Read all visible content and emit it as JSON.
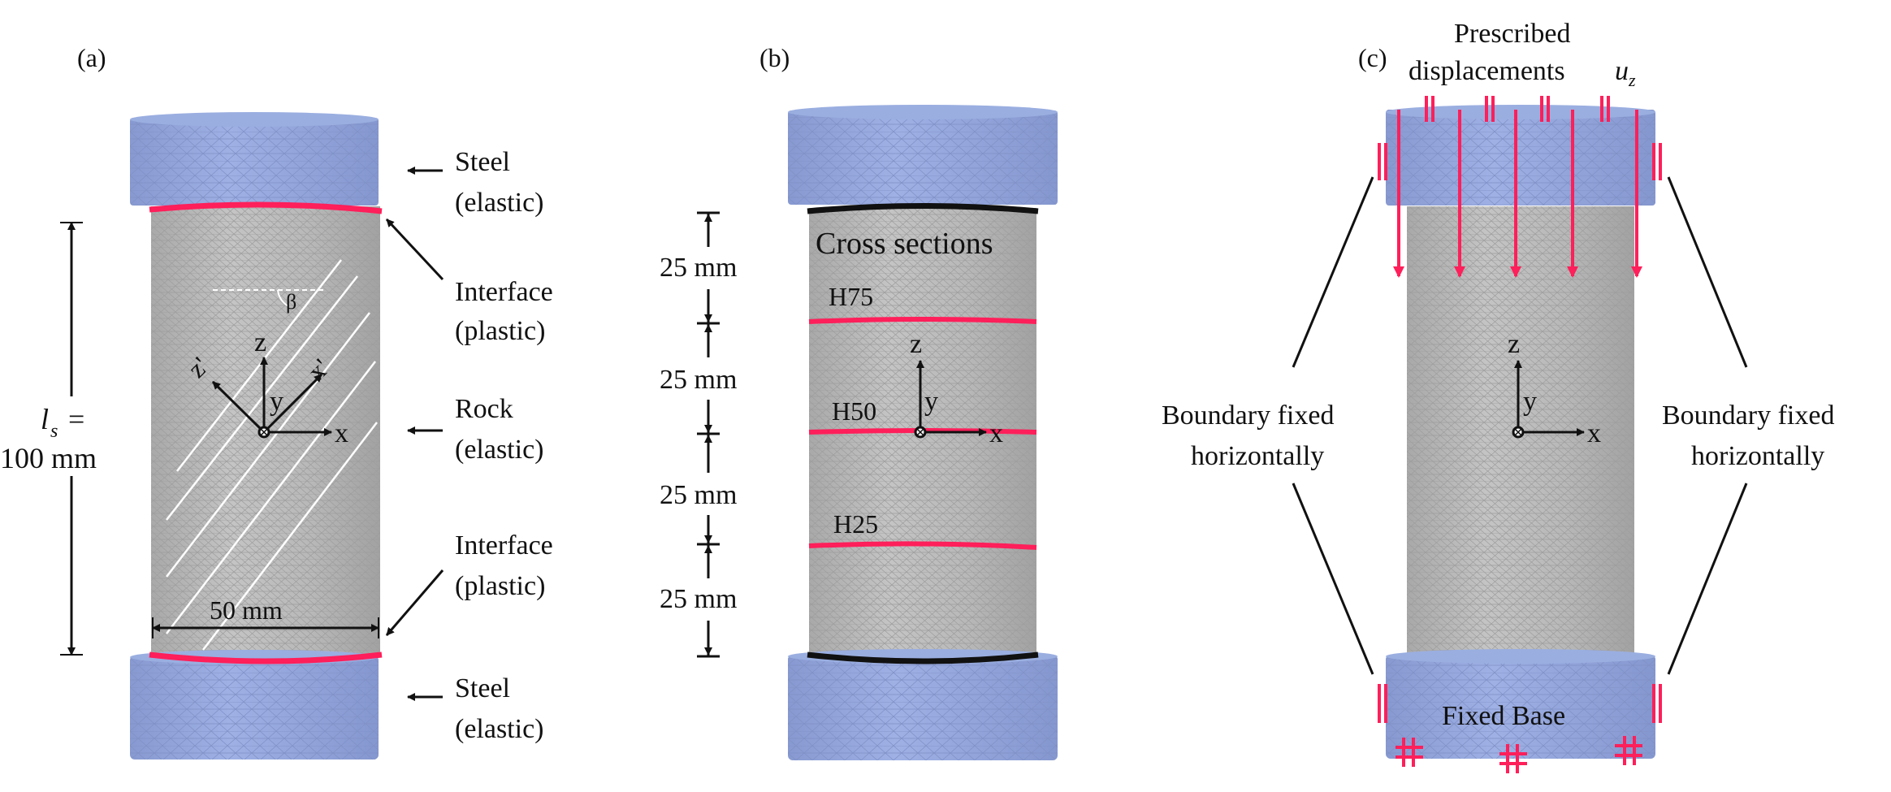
{
  "panels": {
    "a": {
      "tag": "(a)",
      "steel_top": [
        "Steel",
        "(elastic)"
      ],
      "interface_top": [
        "Interface",
        "(plastic)"
      ],
      "rock": [
        "Rock",
        "(elastic)"
      ],
      "interface_bottom": [
        "Interface",
        "(plastic)"
      ],
      "steel_bottom": [
        "Steel",
        "(elastic)"
      ],
      "length_symbol": "l",
      "length_subscript": "s",
      "length_equals": "=",
      "length_value": "100 mm",
      "width_value": "50 mm",
      "angle_symbol": "β",
      "axes": {
        "z": "z",
        "y": "y",
        "x": "x",
        "z_prime": "z'",
        "x_prime": "x'"
      }
    },
    "b": {
      "tag": "(b)",
      "cross_sections": "Cross sections",
      "sections": [
        "H75",
        "H50",
        "H25"
      ],
      "spacings": [
        "25 mm",
        "25 mm",
        "25 mm",
        "25 mm"
      ],
      "axes": {
        "z": "z",
        "y": "y",
        "x": "x"
      }
    },
    "c": {
      "tag": "(c)",
      "prescribed_line1": "Prescribed",
      "prescribed_line2": "displacements",
      "displacement_symbol": "u",
      "displacement_subscript": "z",
      "boundary_left": [
        "Boundary fixed",
        "horizontally"
      ],
      "boundary_right": [
        "Boundary fixed",
        "horizontally"
      ],
      "fixed_base": "Fixed Base",
      "axes": {
        "z": "z",
        "y": "y",
        "x": "x"
      }
    }
  },
  "colors": {
    "rock": "#b4b4b4",
    "steel": "#93a6dc",
    "interface": "#ff1f5a",
    "section_boundary": "#111111",
    "bedding_planes": "#ffffff",
    "arrows": "#ff1f5a",
    "text": "#111111"
  }
}
